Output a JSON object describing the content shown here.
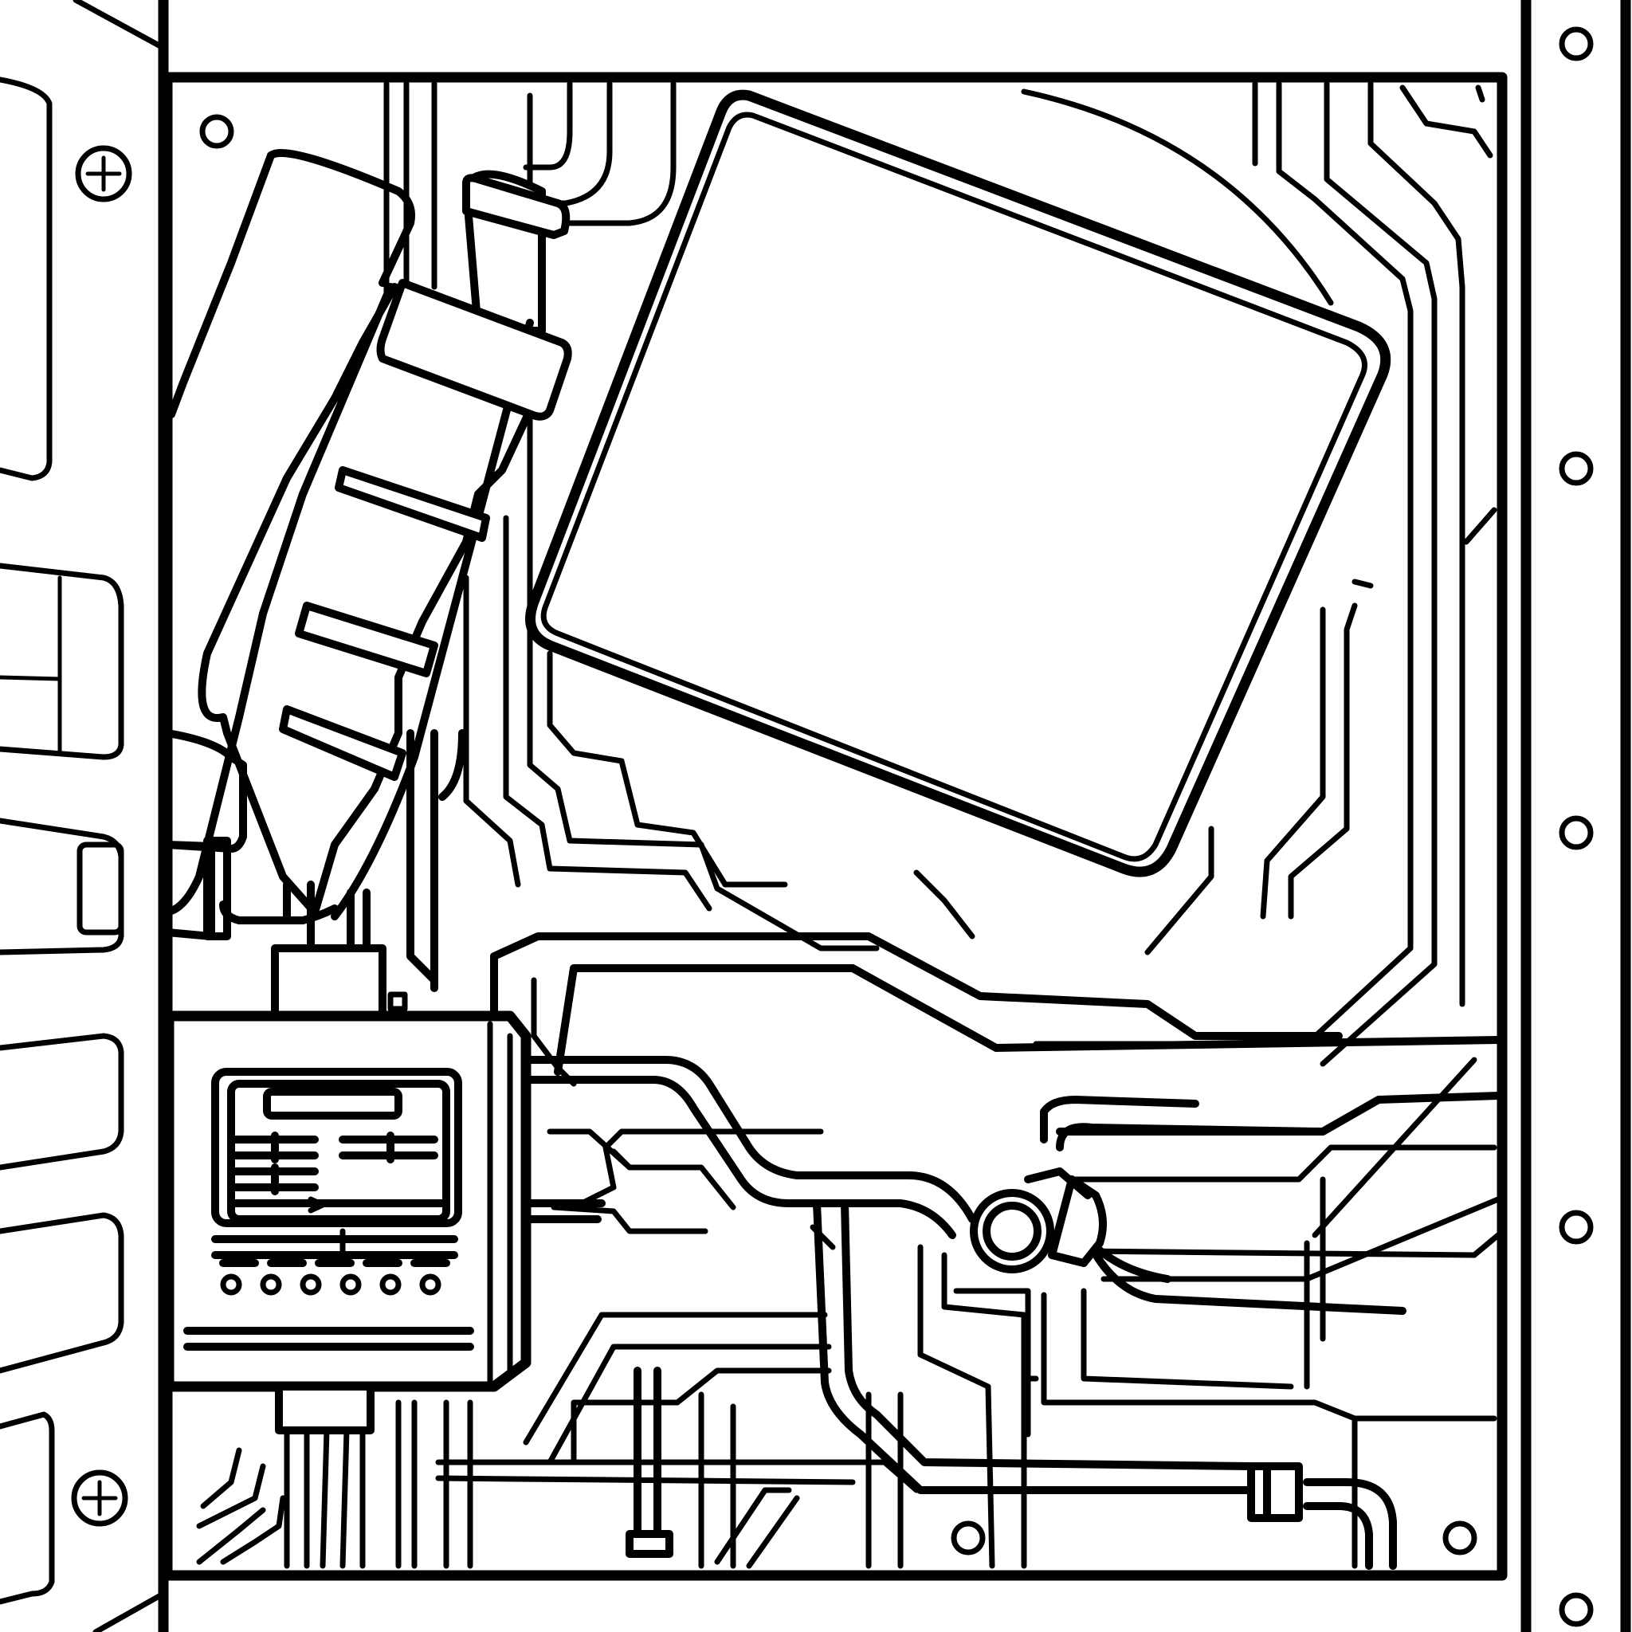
{
  "scene": {
    "kind": "line-art",
    "stroke_color": "#000000",
    "background_color": "#ffffff",
    "icons": [
      "panel-frame",
      "screw-head-icon",
      "rivet-icon",
      "square-screen-panel",
      "vertical-pipe",
      "control-box",
      "indicator-light-icon",
      "valve-icon",
      "pipe-clamp-icon"
    ]
  }
}
